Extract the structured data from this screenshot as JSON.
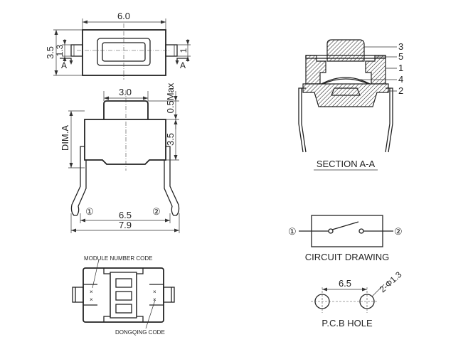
{
  "top_view": {
    "width": "6.0",
    "height": "3.5",
    "tab_height": "1.3",
    "tab_right": "1",
    "section_mark_left": "A",
    "section_mark_right": "A"
  },
  "front_view": {
    "cap_width": "3.0",
    "cap_height": "0.5Max",
    "body_height": "3.5",
    "dim_label": "DIM.A",
    "pin1": "①",
    "pin2": "②",
    "pin_pitch": "6.5",
    "overall_width": "7.9"
  },
  "bottom_view": {
    "module_code_label": "MODULE NUMBER CODE",
    "dongqing_code_label": "DONGQING CODE"
  },
  "section": {
    "title": "SECTION A-A",
    "part_labels": [
      "3",
      "5",
      "1",
      "4",
      "2"
    ]
  },
  "circuit": {
    "title": "CIRCUIT DRAWING",
    "pin1": "①",
    "pin2": "②"
  },
  "pcb": {
    "title": "P.C.B HOLE",
    "pitch": "6.5",
    "hole_spec": "2-Φ1.3"
  }
}
